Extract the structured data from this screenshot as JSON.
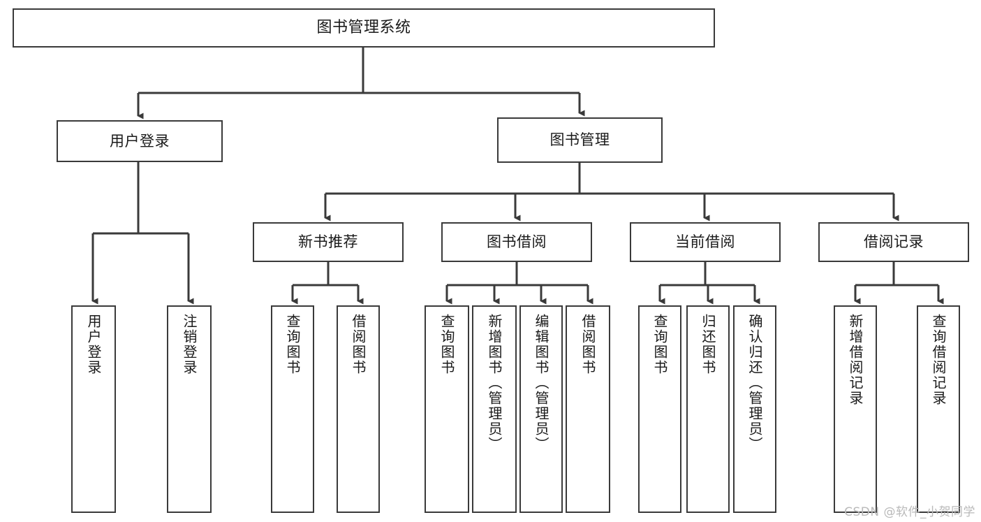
{
  "diagram": {
    "title": "图书管理系统",
    "type": "hierarchy-tree",
    "colors": {
      "background": "#ffffff",
      "box_border": "#3a3a3a",
      "box_fill": "#ffffff",
      "connector": "#3a3a3a",
      "text": "#1a1a1a",
      "watermark": "#b9b9b9"
    },
    "root": {
      "label": "图书管理系统"
    },
    "level1": [
      {
        "label": "用户登录"
      },
      {
        "label": "图书管理"
      }
    ],
    "level2": [
      {
        "label": "新书推荐"
      },
      {
        "label": "图书借阅"
      },
      {
        "label": "当前借阅"
      },
      {
        "label": "借阅记录"
      }
    ],
    "leaves": {
      "user_login": [
        {
          "label": "用户登录"
        },
        {
          "label": "注销登录"
        }
      ],
      "new_book_recommend": [
        {
          "label": "查询图书"
        },
        {
          "label": "借阅图书"
        }
      ],
      "book_borrow": [
        {
          "label": "查询图书"
        },
        {
          "label": "新增图书（管理员）"
        },
        {
          "label": "编辑图书（管理员）"
        },
        {
          "label": "借阅图书"
        }
      ],
      "current_borrow": [
        {
          "label": "查询图书"
        },
        {
          "label": "归还图书"
        },
        {
          "label": "确认归还（管理员）"
        }
      ],
      "borrow_record": [
        {
          "label": "新增借阅记录"
        },
        {
          "label": "查询借阅记录"
        }
      ]
    },
    "watermark": "CSDN @软件_小贺同学"
  }
}
